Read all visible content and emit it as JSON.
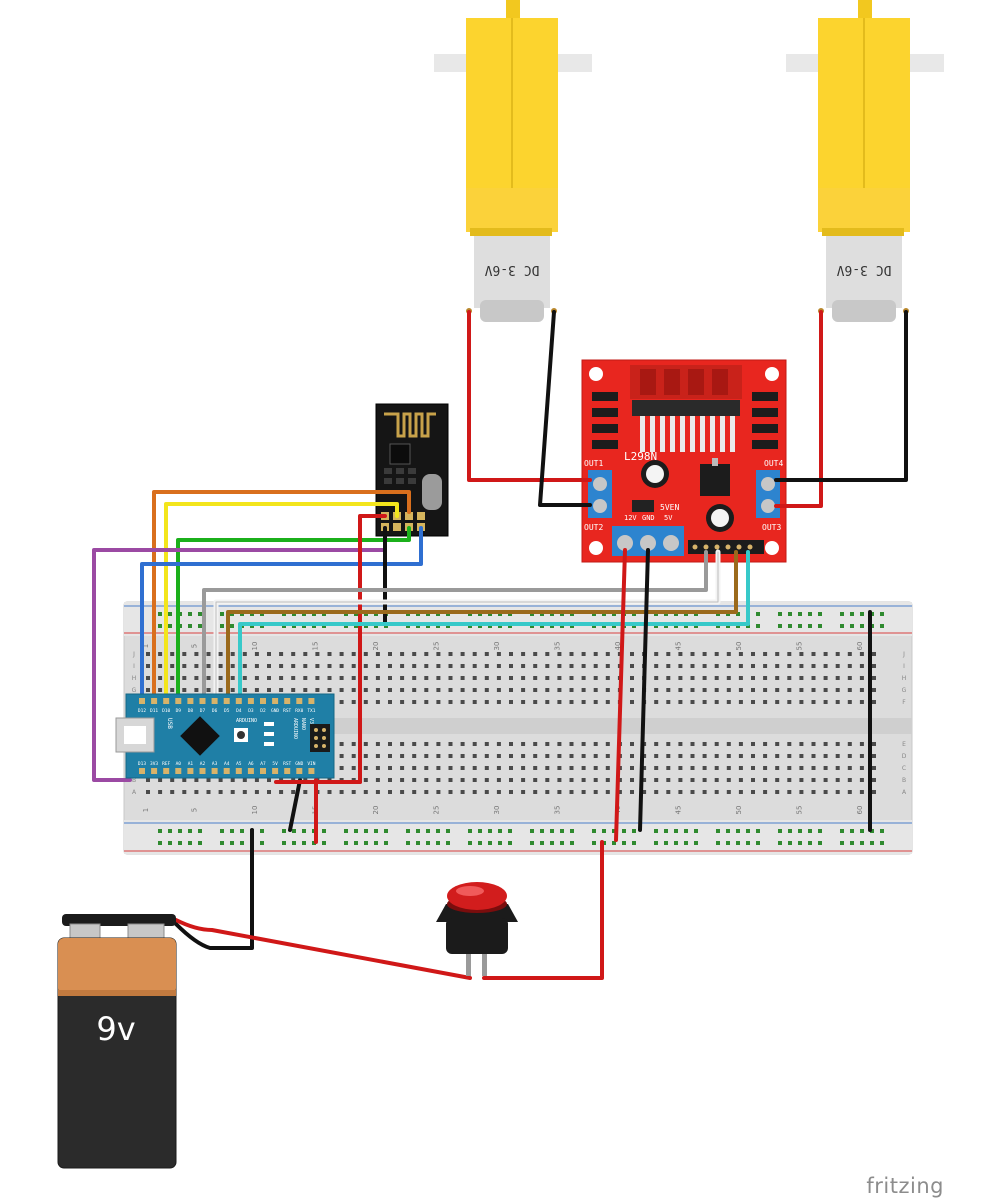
{
  "motor_left": {
    "label": "DC 3-6V"
  },
  "motor_right": {
    "label": "DC 3-6V"
  },
  "driver": {
    "name": "L298N",
    "out1": "OUT1",
    "out2": "OUT2",
    "out3": "OUT3",
    "out4": "OUT4",
    "v12": "12V",
    "gnd": "GND",
    "v5": "5V",
    "jumper": "5VEN"
  },
  "arduino": {
    "usb_label": "USB",
    "chip_label": "ARDUINO",
    "model_lines": [
      "ARDUINO",
      "NANO",
      "V3.0"
    ],
    "top_pins": [
      "D12",
      "D11",
      "D10",
      "D9",
      "D8",
      "D7",
      "D6",
      "D5",
      "D4",
      "D3",
      "D2",
      "GND",
      "RST",
      "RX0",
      "TX1"
    ],
    "bottom_pins": [
      "D13",
      "3V3",
      "REF",
      "A0",
      "A1",
      "A2",
      "A3",
      "A4",
      "A5",
      "A6",
      "A7",
      "5V",
      "RST",
      "GND",
      "VIN"
    ]
  },
  "breadboard": {
    "columns_top": [
      "1",
      "5",
      "10",
      "15",
      "20",
      "25",
      "30",
      "35",
      "40",
      "45",
      "50",
      "55",
      "60"
    ],
    "columns_bottom": [
      "1",
      "5",
      "10",
      "15",
      "20",
      "25",
      "30",
      "35",
      "40",
      "45",
      "50",
      "55",
      "60"
    ],
    "rows_top": [
      "J",
      "I",
      "H",
      "G",
      "F"
    ],
    "rows_bottom": [
      "E",
      "D",
      "C",
      "B",
      "A"
    ]
  },
  "battery": {
    "label": "9v"
  },
  "watermark": "fritzing"
}
